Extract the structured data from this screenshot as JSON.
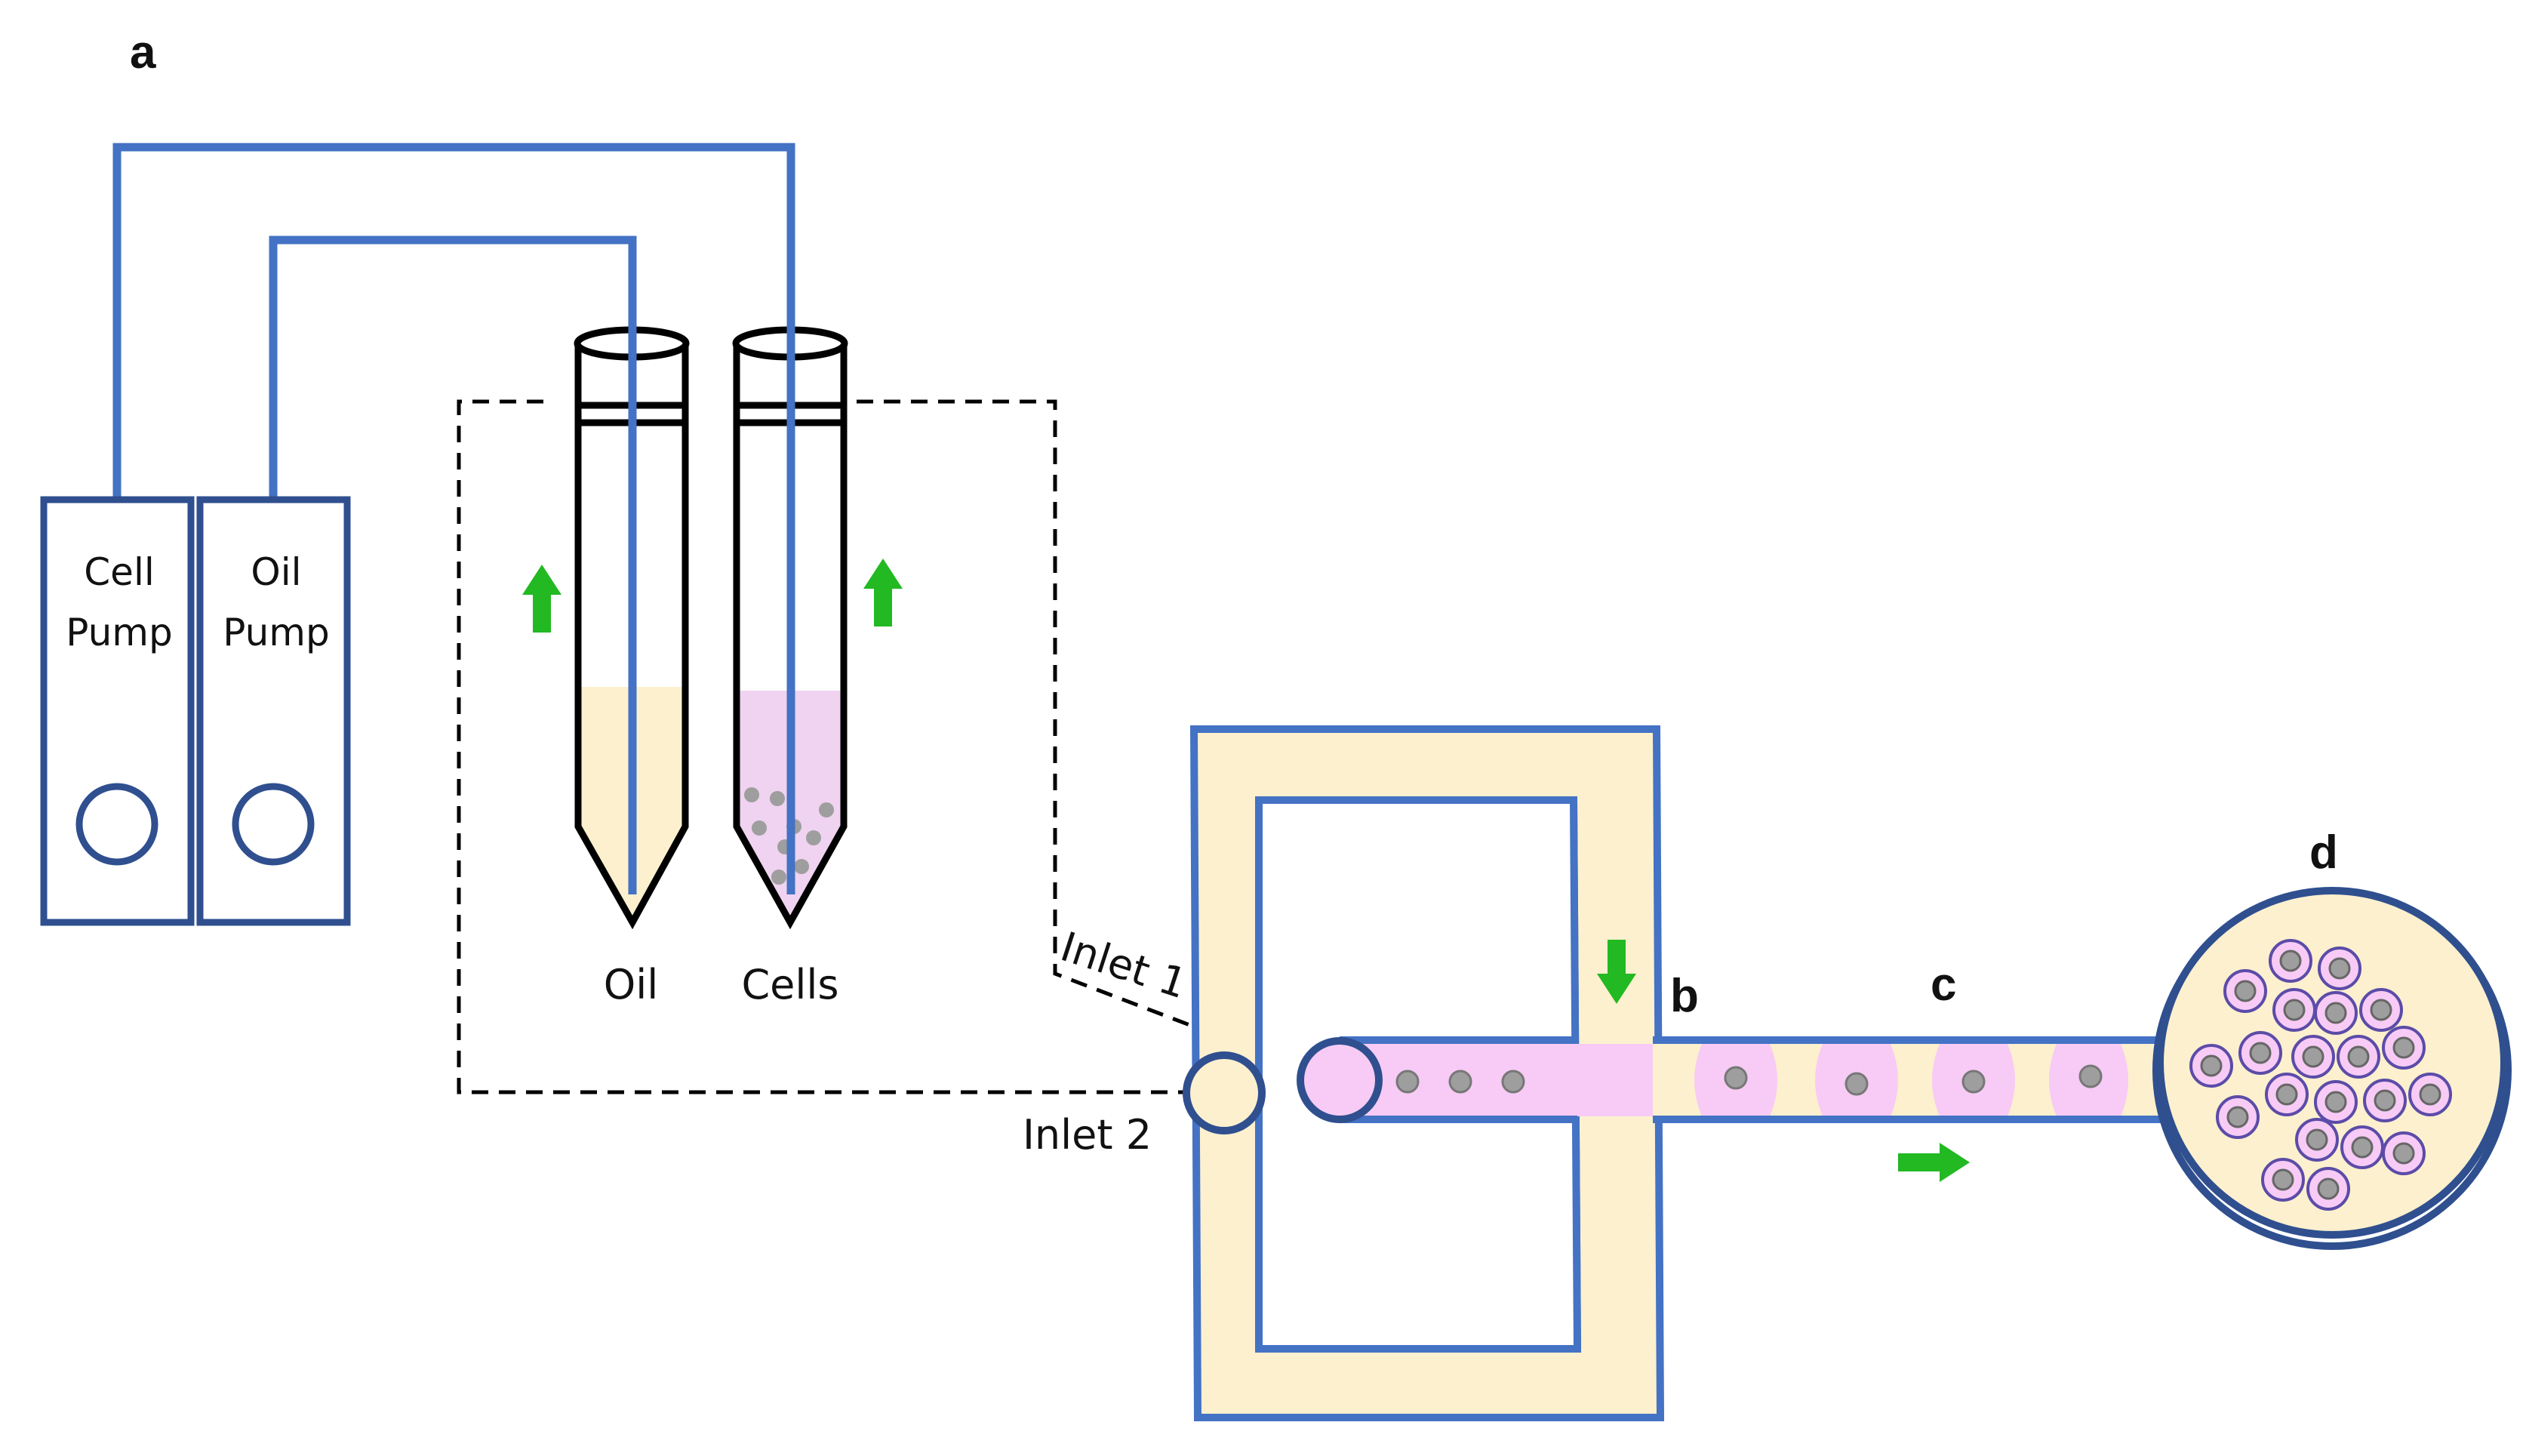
{
  "panel_labels": {
    "a": "a",
    "b": "b",
    "c": "c",
    "d": "d"
  },
  "pumps": {
    "cell_pump": {
      "line1": "Cell",
      "line2": "Pump"
    },
    "oil_pump": {
      "line1": "Oil",
      "line2": "Pump"
    }
  },
  "tubes": {
    "oil_label": "Oil",
    "cells_label": "Cells"
  },
  "inlets": {
    "inlet1": "Inlet 1",
    "inlet2": "Inlet 2"
  },
  "colors": {
    "tubing_blue": "#4472C4",
    "pump_border": "#2F4F8F",
    "chip_fill": "#FDF0CE",
    "droplet_pink": "#F7CBF5",
    "cell_fill": "#A6A6A6",
    "arrow_green": "#22B922",
    "outline_black": "#000000"
  }
}
